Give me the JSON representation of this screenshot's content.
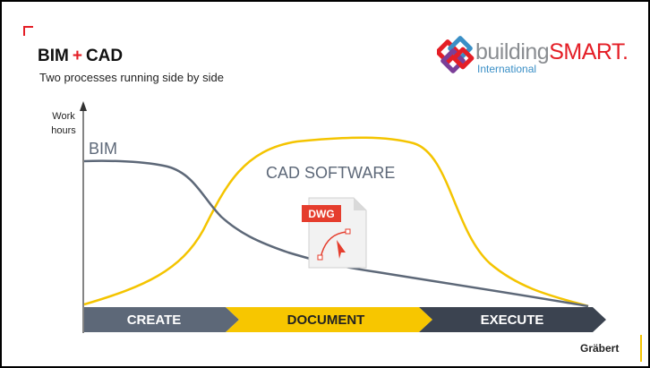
{
  "slide": {
    "title_part1": "BIM",
    "title_plus": "+",
    "title_part2": "CAD",
    "subtitle": "Two processes running side by side"
  },
  "logo": {
    "word_main": "building",
    "word_accent": "SMART",
    "word_suffix": ".",
    "sub": "International"
  },
  "diagram": {
    "y_axis_label_line1": "Work",
    "y_axis_label_line2": "hours",
    "curve_labels": {
      "bim": "BIM",
      "cad": "CAD SOFTWARE"
    },
    "file_icon_badge": "DWG",
    "phases": [
      "CREATE",
      "DOCUMENT",
      "EXECUTE"
    ]
  },
  "colors": {
    "bim_curve": "#5d6878",
    "cad_curve": "#f4c400",
    "phase_create": "#5d6878",
    "phase_document": "#f7c600",
    "phase_execute": "#3b4350",
    "accent_red": "#e41e26"
  },
  "footer": {
    "brand": "Gräbert"
  }
}
